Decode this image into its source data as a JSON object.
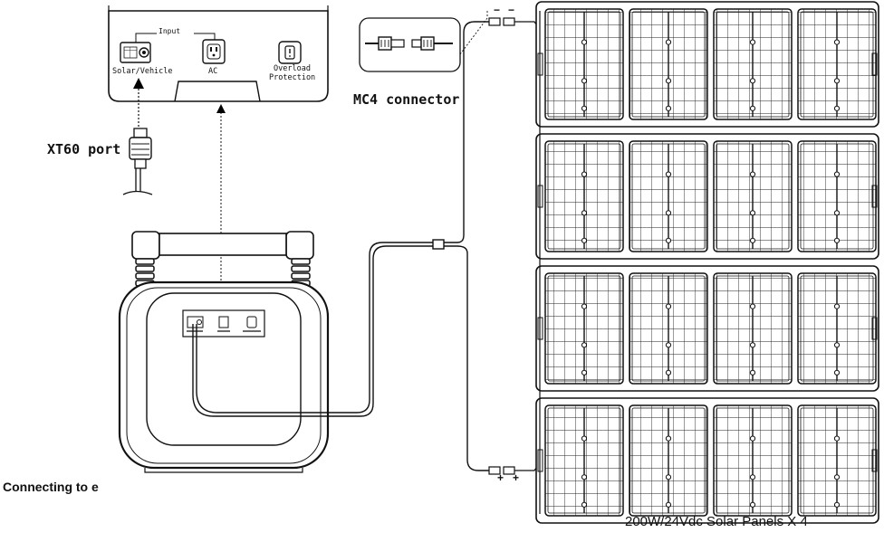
{
  "input_panel": {
    "group_label": "Input",
    "solar_label": "Solar/Vehicle",
    "ac_label": "AC",
    "overload_line1": "Overload",
    "overload_line2": "Protection"
  },
  "labels": {
    "mc4": "MC4 connector",
    "xt60": "XT60 port",
    "connecting": "Connecting to e",
    "panels": "200W/24Vdc Solar Panels X 4",
    "minus1": "−",
    "minus2": "−",
    "plus1": "+",
    "plus2": "+"
  },
  "icons": [
    "solar-battery-icon",
    "dc-port-icon",
    "ac-outlet-icon",
    "overload-protection-icon",
    "xt60-plug-icon",
    "mc4-connector-icon",
    "arrow-up-icon"
  ],
  "solar_array": {
    "panel_count": 4,
    "modules_per_panel": 4
  }
}
